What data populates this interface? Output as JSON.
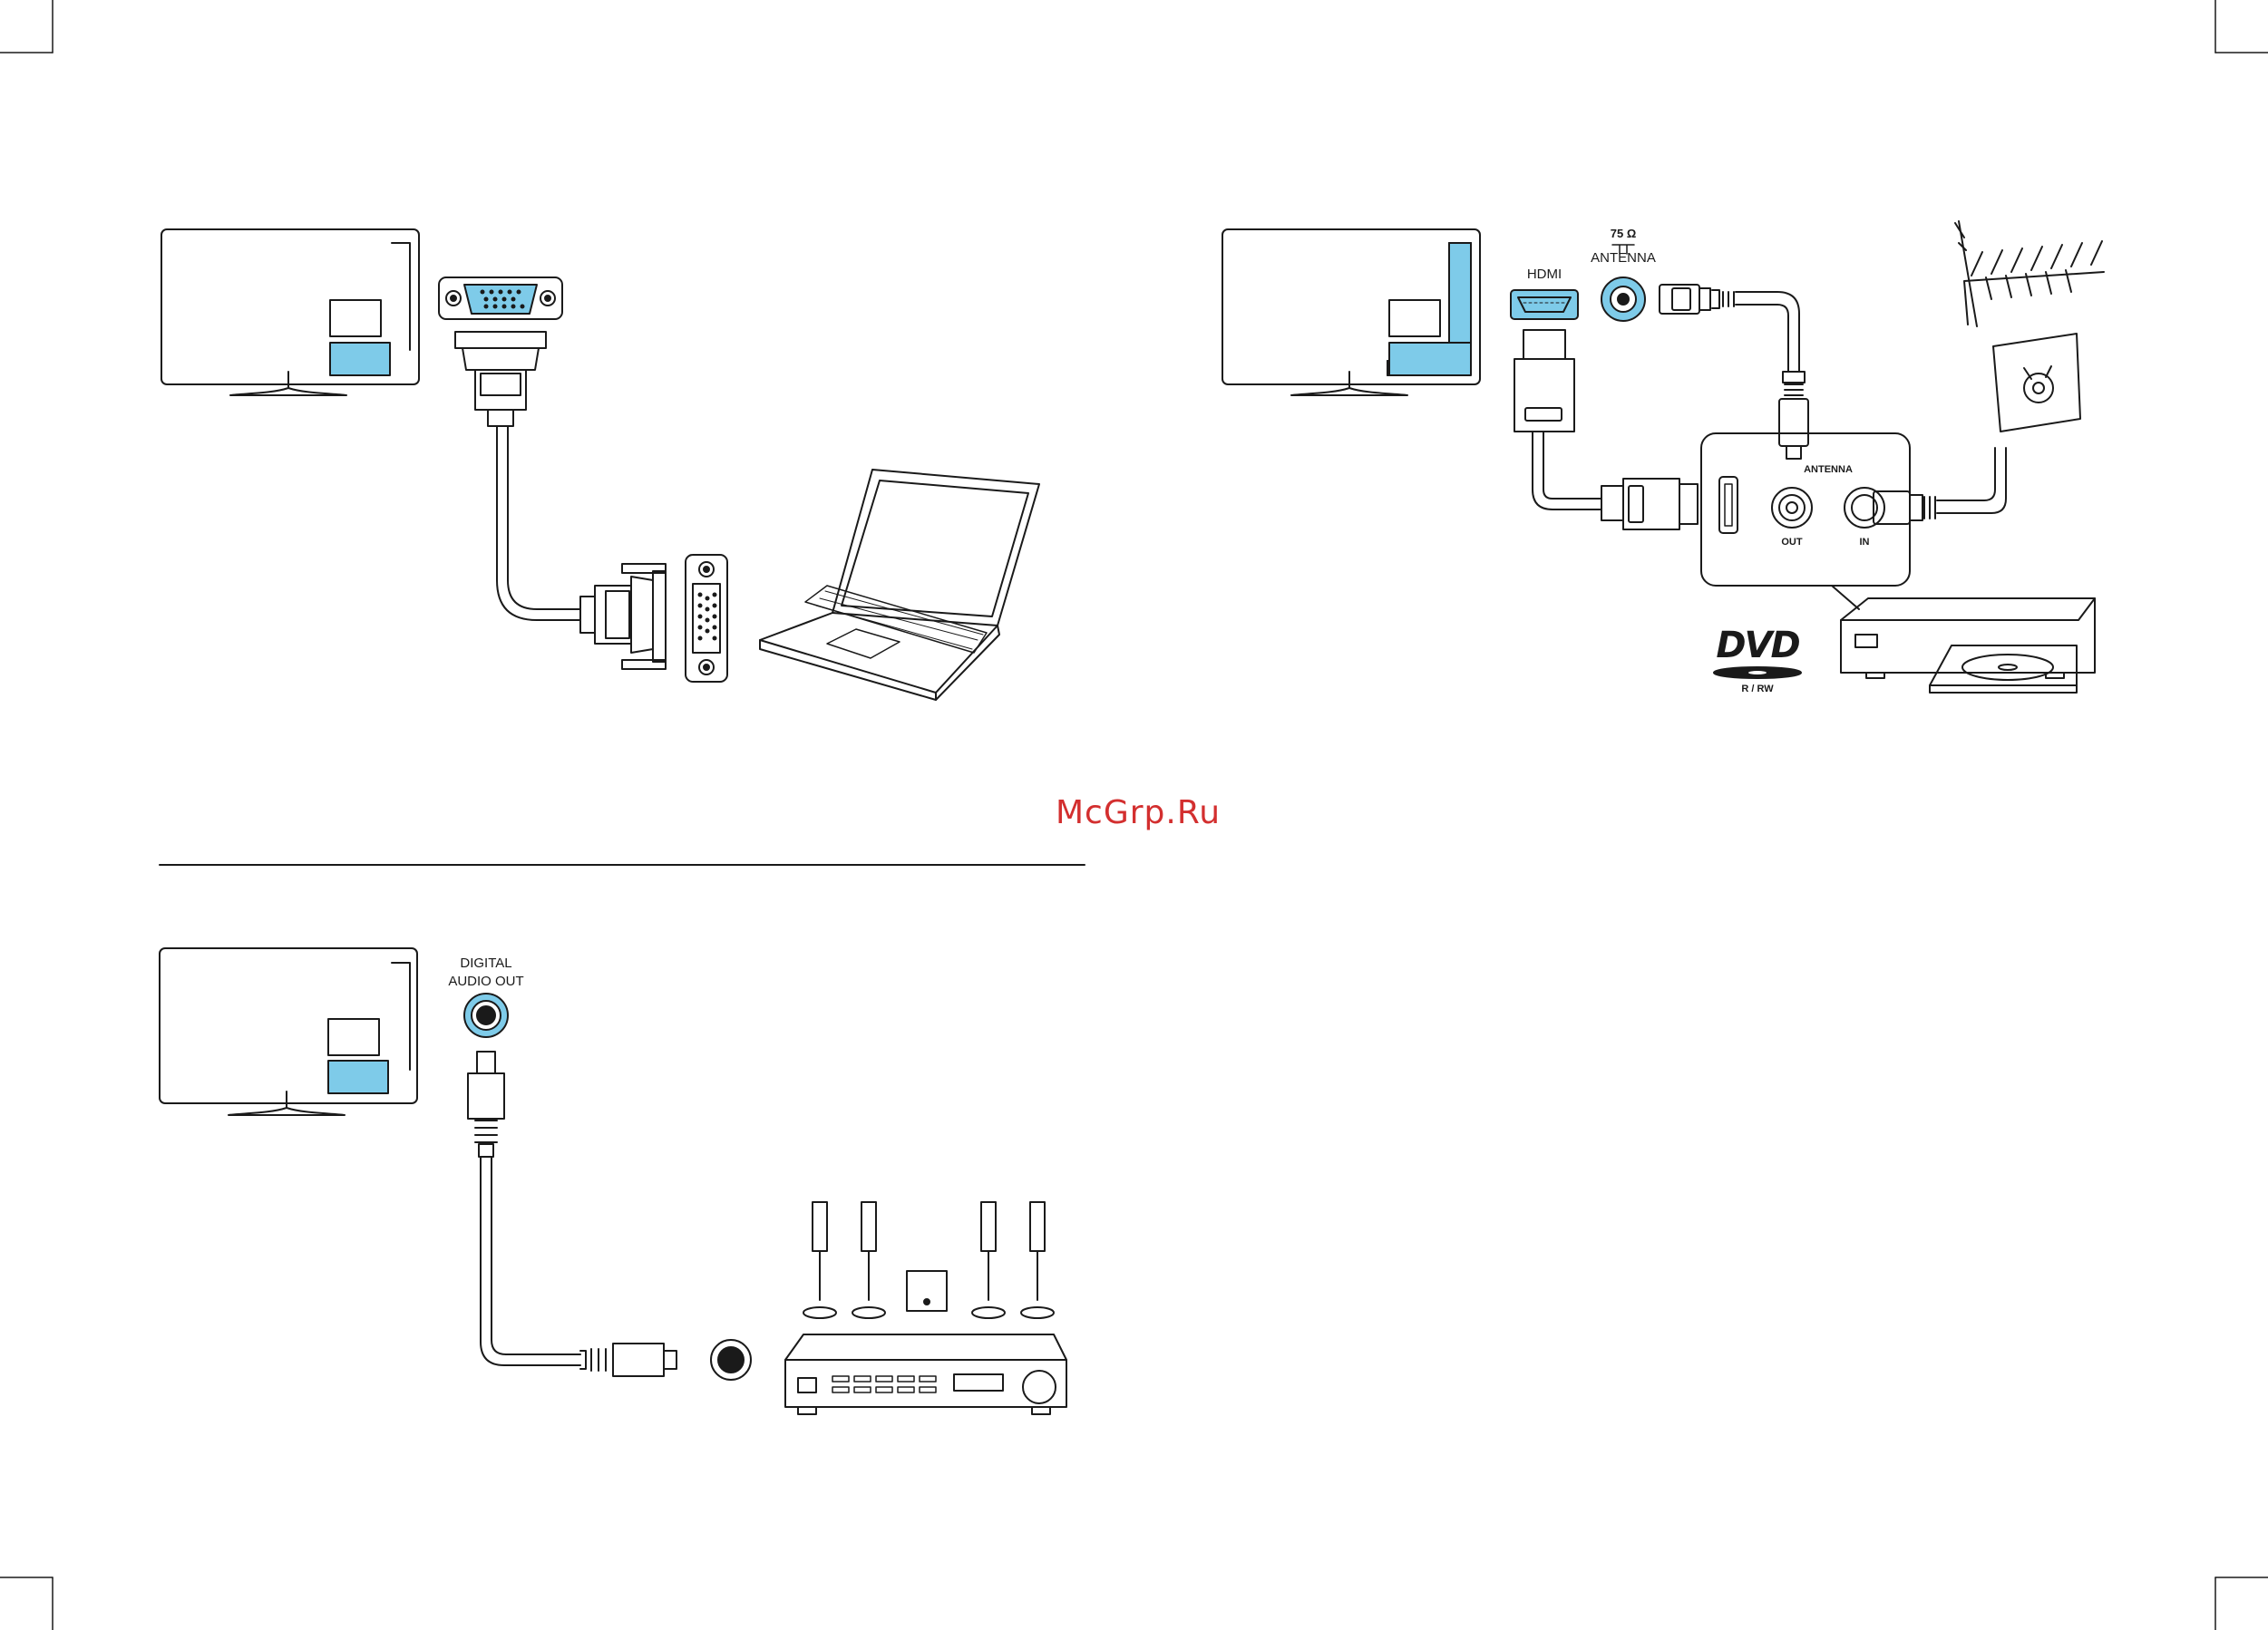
{
  "watermark": {
    "text": "McGrp.Ru",
    "color": "#d32f2f"
  },
  "colors": {
    "highlight": "#7ecbe9",
    "stroke": "#1a1a1a"
  },
  "panels": {
    "vga": {
      "tv_icon": "tv-icon",
      "port_icon": "vga-port-icon",
      "device_icon": "laptop-icon"
    },
    "hdmi": {
      "hdmi_label": "HDMI",
      "antenna_ohm_label": "75 Ω",
      "antenna_label": "ANTENNA",
      "device_antenna_label": "ANTENNA",
      "out_label": "OUT",
      "in_label": "IN",
      "dvd_logo": "DVD",
      "dvd_sub": "R / RW"
    },
    "audio": {
      "digital_label": "DIGITAL",
      "audio_out_label": "AUDIO OUT",
      "device_icon": "home-theater-icon"
    }
  }
}
